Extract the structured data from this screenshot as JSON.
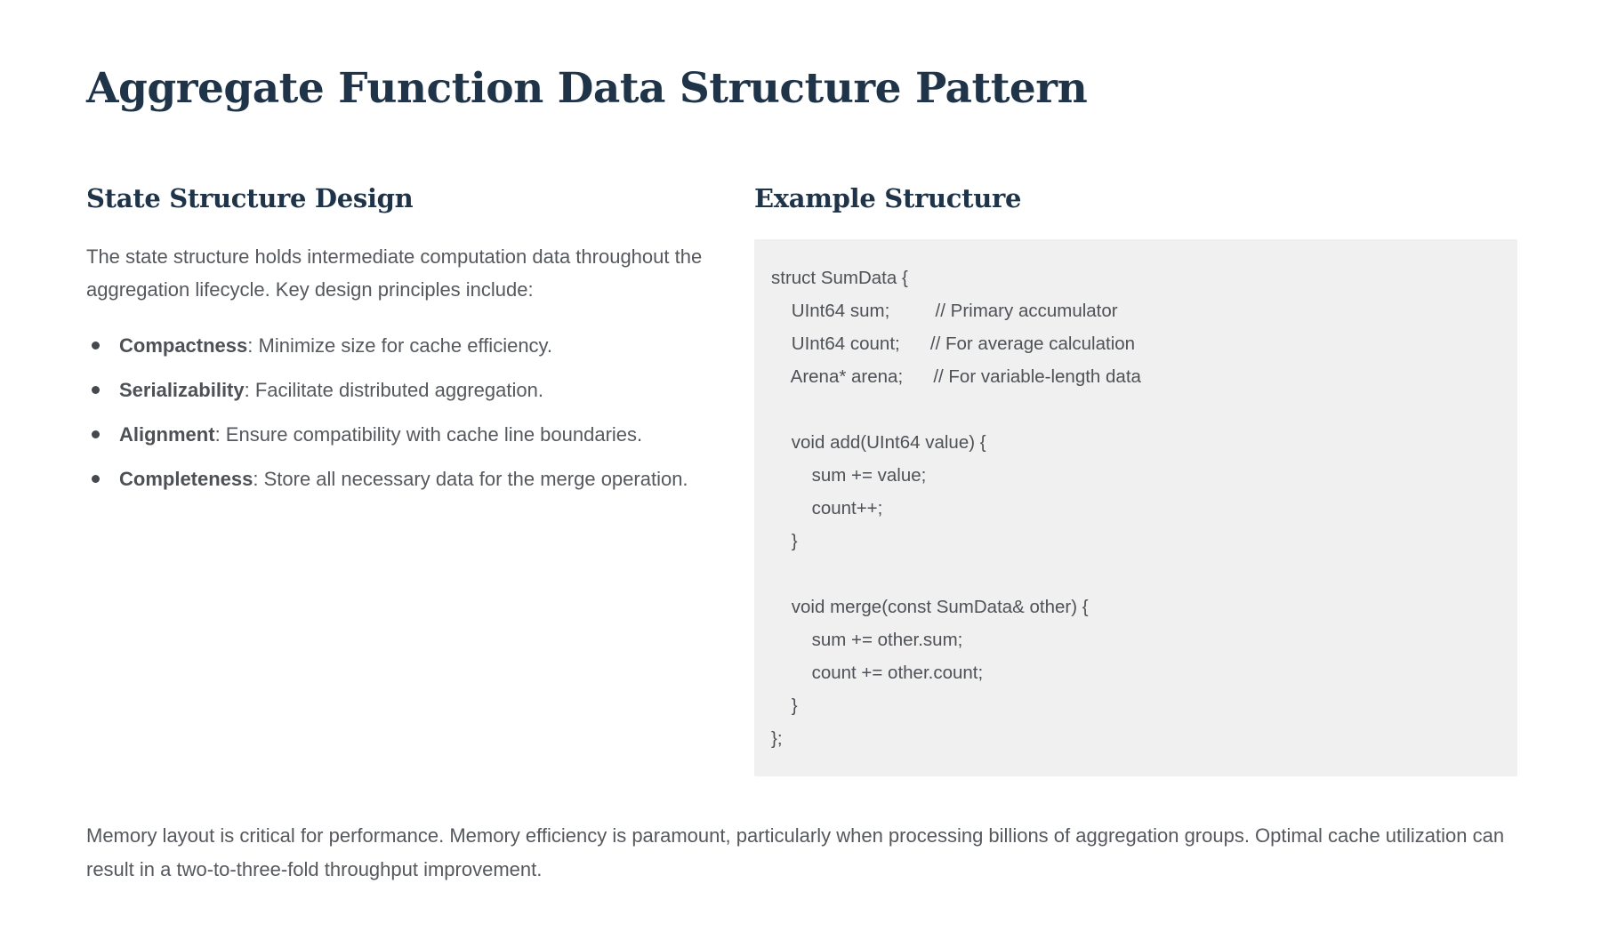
{
  "page": {
    "title": "Aggregate Function Data Structure Pattern"
  },
  "left_column": {
    "heading": "State Structure Design",
    "intro": "The state structure holds intermediate computation data throughout the aggregation lifecycle. Key design principles include:",
    "bullets": [
      {
        "term": "Compactness",
        "desc": ": Minimize size for cache efficiency."
      },
      {
        "term": "Serializability",
        "desc": ": Facilitate distributed aggregation."
      },
      {
        "term": "Alignment",
        "desc": ": Ensure compatibility with cache line boundaries."
      },
      {
        "term": "Completeness",
        "desc": ": Store all necessary data for the merge operation."
      }
    ]
  },
  "right_column": {
    "heading": "Example Structure",
    "code": "struct SumData {\n    UInt64 sum;         // Primary accumulator\n    UInt64 count;      // For average calculation\n    Arena* arena;      // For variable-length data\n\n    void add(UInt64 value) {\n        sum += value;\n        count++;\n    }\n\n    void merge(const SumData& other) {\n        sum += other.sum;\n        count += other.count;\n    }\n};"
  },
  "footer": {
    "text": "Memory layout is critical for performance. Memory efficiency is paramount, particularly when processing billions of aggregation groups. Optimal cache utilization can result in a two-to-three-fold throughput improvement."
  },
  "colors": {
    "heading_navy": "#1f3349",
    "body_gray": "#55585d",
    "code_gray": "#4e5256",
    "code_background": "#f0f0f1"
  }
}
